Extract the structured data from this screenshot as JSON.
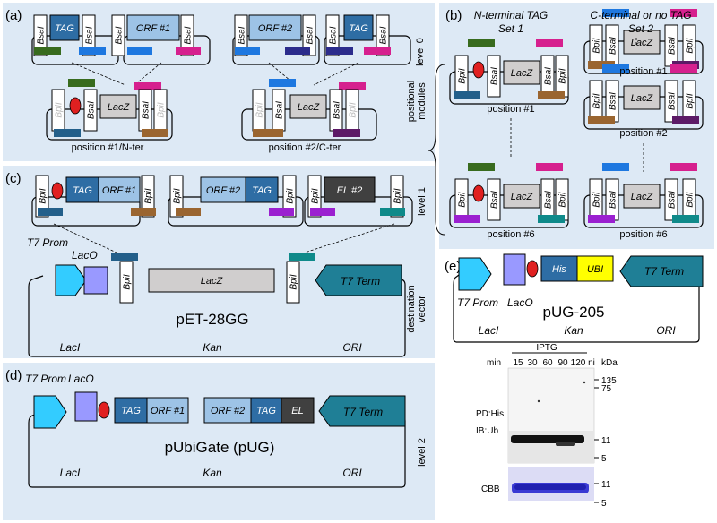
{
  "panels": {
    "a": "(a)",
    "b": "(b)",
    "c": "(c)",
    "d": "(d)",
    "e": "(e)"
  },
  "side_labels": {
    "level0": "level 0",
    "positional": "positional",
    "modules": "modules",
    "level1": "level 1",
    "destination": "destination",
    "vector": "vector",
    "level2": "level 2"
  },
  "parts": {
    "bsai": "BsaI",
    "bpii": "BpiI",
    "tag": "TAG",
    "orf1": "ORF #1",
    "orf2": "ORF #2",
    "lacz": "LacZ",
    "el": "EL",
    "el2": "EL #2",
    "his": "His",
    "ubi": "UBI"
  },
  "a": {
    "pos1": "position #1/N-ter",
    "pos2": "position #2/C-ter"
  },
  "b": {
    "set1_title": "N-terminal TAG",
    "set1_sub": "Set 1",
    "set2_title": "C-terminal or no TAG",
    "set2_sub": "Set 2",
    "p1a": "position #1",
    "p1b": "position #1",
    "p2": "position #2",
    "p6a": "position #6",
    "p6b": "position #6"
  },
  "c": {
    "t7prom": "T7 Prom",
    "laco": "LacO",
    "t7term": "T7 Term",
    "name": "pET-28GG",
    "laci": "LacI",
    "kan": "Kan",
    "ori": "ORI"
  },
  "d": {
    "t7prom": "T7 Prom",
    "laco": "LacO",
    "t7term": "T7 Term",
    "name": "pUbiGate (pUG)",
    "laci": "LacI",
    "kan": "Kan",
    "ori": "ORI"
  },
  "e": {
    "t7prom": "T7 Prom",
    "laco": "LacO",
    "t7term": "T7 Term",
    "name": "pUG-205",
    "laci": "LacI",
    "kan": "Kan",
    "ori": "ORI"
  },
  "blot": {
    "iptg": "IPTG",
    "min": "min",
    "lanes": [
      "15",
      "30",
      "60",
      "90",
      "120",
      "ni"
    ],
    "kda": "kDa",
    "m135": "135",
    "m75": "75",
    "m11": "11",
    "m5": "5",
    "m11b": "11",
    "m5b": "5",
    "pd": "PD:His",
    "ib": "IB:Ub",
    "cbb": "CBB"
  },
  "colors": {
    "panel_bg": "#dde9f5",
    "tag": "#2e6da4",
    "orf": "#9dc3e6",
    "lacz": "#d0cece",
    "el": "#404040",
    "ubi": "#ffff00",
    "his": "#2e6da4",
    "t7prom": "#33ccff",
    "t7term": "#1f7f96",
    "laco": "#9999ff",
    "oval": "#e02020",
    "green": "#386b1e",
    "blue": "#1e78e0",
    "magenta": "#d6208e",
    "navy": "#2c2c8c",
    "darkblue": "#235f8a",
    "brown": "#9a6530",
    "purple": "#9b20d0",
    "teal": "#0f8a8a",
    "darkpurple": "#5c1a66"
  }
}
